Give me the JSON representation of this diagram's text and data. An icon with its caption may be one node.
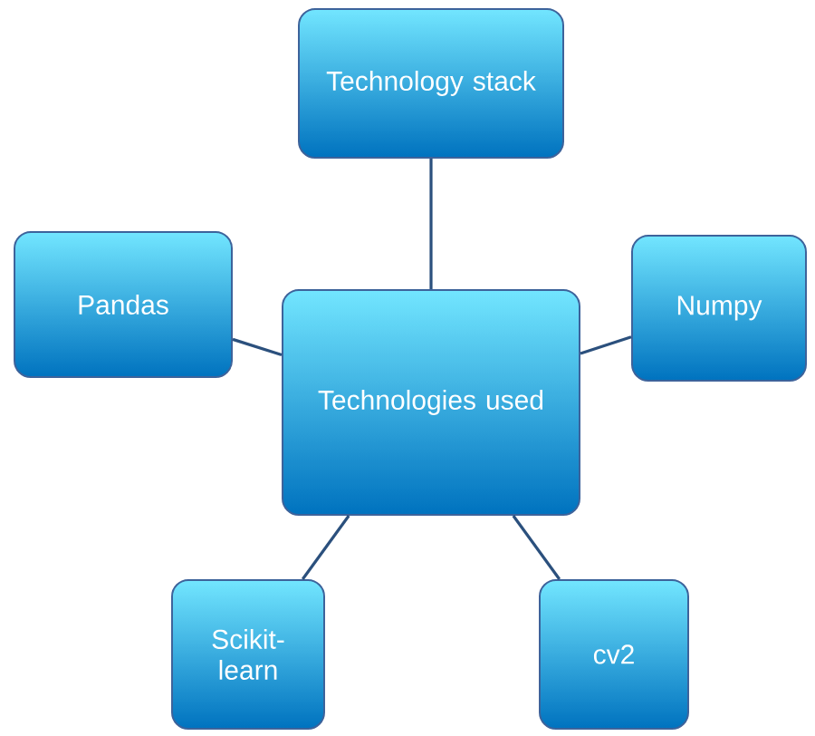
{
  "diagram": {
    "nodes": [
      {
        "text": [
          "Technology stack"
        ]
      },
      {
        "text": [
          "Pandas"
        ]
      },
      {
        "text": [
          "Numpy"
        ]
      },
      {
        "text": [
          "Technologies used"
        ]
      },
      {
        "text": [
          "Scikit-learn"
        ]
      },
      {
        "text": [
          "cv2"
        ]
      }
    ],
    "edges": [
      {
        "from": 3,
        "to": 0,
        "arrow": "none"
      },
      {
        "from": 3,
        "to": 1,
        "arrow": "none"
      },
      {
        "from": 3,
        "to": 2,
        "arrow": "none"
      },
      {
        "from": 3,
        "to": 4,
        "arrow": "none"
      },
      {
        "from": 3,
        "to": 5,
        "arrow": "none"
      }
    ]
  }
}
